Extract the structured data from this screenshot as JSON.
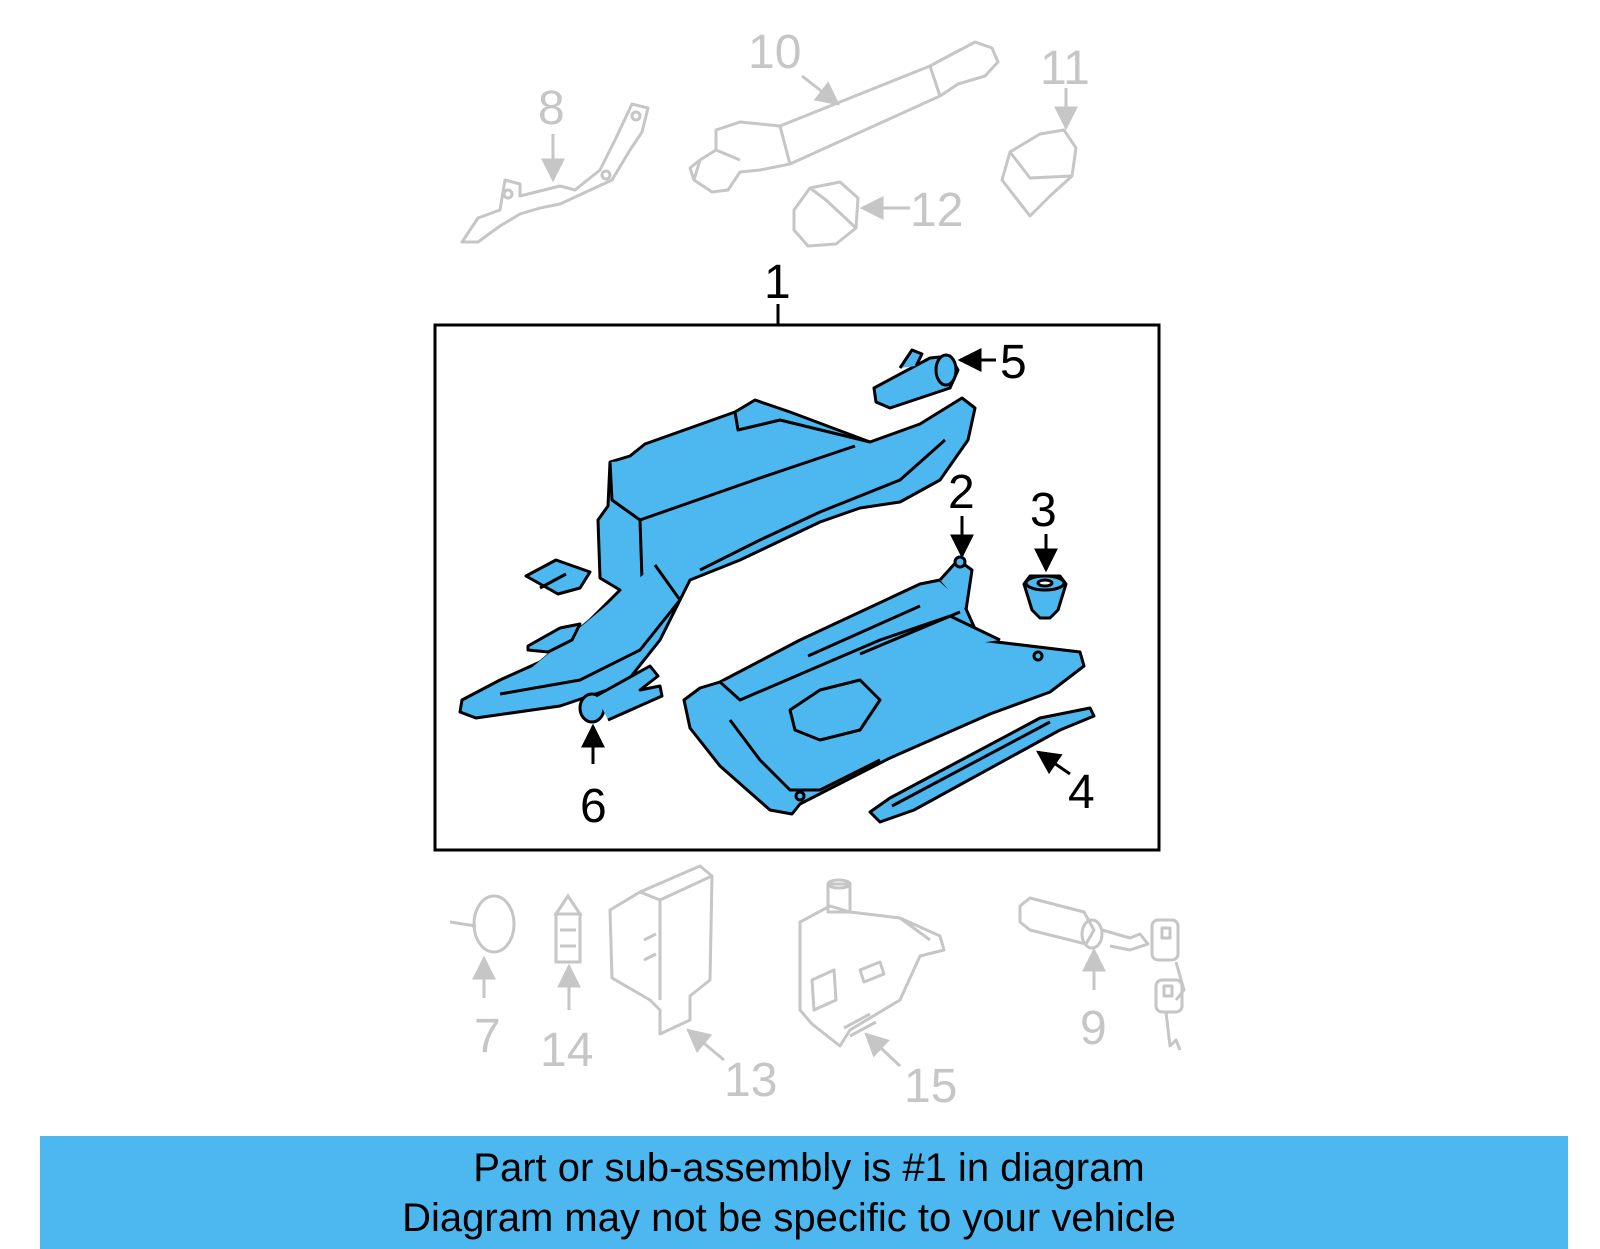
{
  "callouts": {
    "c1": "1",
    "c2": "2",
    "c3": "3",
    "c4": "4",
    "c5": "5",
    "c6": "6",
    "c7": "7",
    "c8": "8",
    "c9": "9",
    "c10": "10",
    "c11": "11",
    "c12": "12",
    "c13": "13",
    "c14": "14",
    "c15": "15"
  },
  "banner": {
    "line1": "Part or sub-assembly is #1 in diagram",
    "line2": "Diagram may not be specific to your vehicle"
  },
  "colors": {
    "part_fill": "#4db8f0",
    "inactive_stroke": "#c6c6c6",
    "active_stroke": "#000000",
    "banner": "#4db8f0"
  }
}
